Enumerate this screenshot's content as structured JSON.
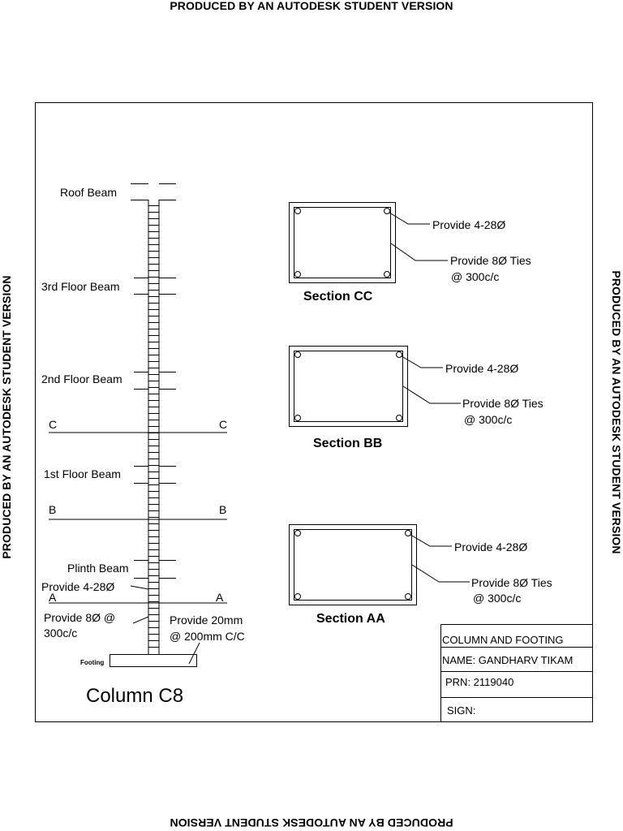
{
  "watermark": "PRODUCED BY AN AUTODESK STUDENT VERSION",
  "elevation": {
    "title": "Column C8",
    "beams": {
      "roof": "Roof Beam",
      "third": "3rd Floor Beam",
      "second": "2nd Floor Beam",
      "first": "1st Floor Beam",
      "plinth": "Plinth Beam"
    },
    "cut_labels": {
      "c": "C",
      "b": "B",
      "a": "A"
    },
    "notes": {
      "main_bars": "Provide 4-28Ø",
      "ties_line1": "Provide 8Ø @",
      "ties_line2": "300c/c",
      "cover_line1": "Provide 20mm",
      "cover_line2": "@ 200mm C/C",
      "footing": "Footing"
    }
  },
  "sections": [
    {
      "title": "Section CC",
      "bars_note": "Provide 4-28Ø",
      "ties_line1": "Provide 8Ø Ties",
      "ties_line2": "@ 300c/c"
    },
    {
      "title": "Section BB",
      "bars_note": "Provide 4-28Ø",
      "ties_line1": "Provide 8Ø Ties",
      "ties_line2": "@ 300c/c"
    },
    {
      "title": "Section AA",
      "bars_note": "Provide 4-28Ø",
      "ties_line1": "Provide 8Ø Ties",
      "ties_line2": "@ 300c/c"
    }
  ],
  "title_block": {
    "drawing_title": "COLUMN  AND  FOOTING",
    "name": "NAME: GANDHARV  TIKAM",
    "prn": "PRN: 2119040",
    "sign": "SIGN:"
  }
}
